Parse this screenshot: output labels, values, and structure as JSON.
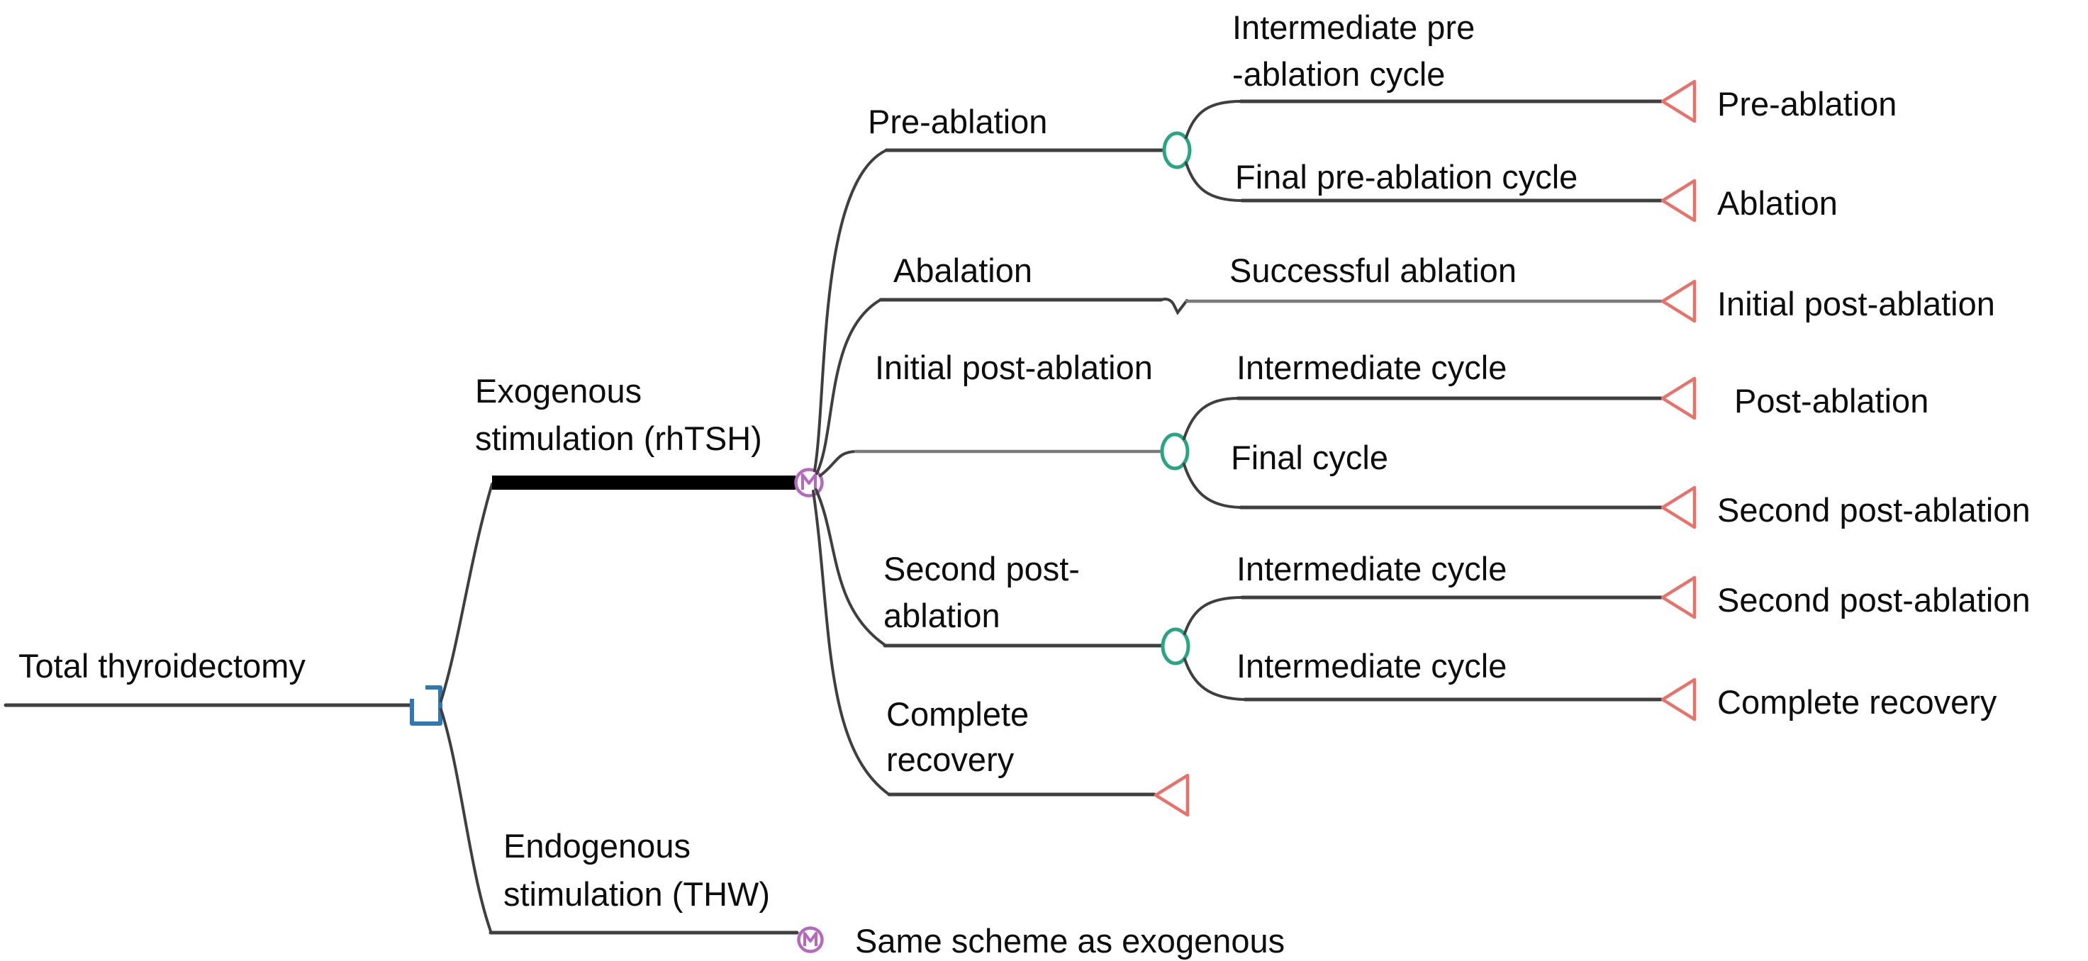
{
  "figure": {
    "kind": "decision-tree",
    "tree": {
      "root_label": "Total thyroidectomy",
      "root_node": "decision",
      "branches": [
        {
          "label": [
            "Exogenous",
            "stimulation (rhTSH)"
          ],
          "node": "clone-M",
          "highlighted": true,
          "children": [
            {
              "label": [
                "Pre-ablation"
              ],
              "node": "chance",
              "children": [
                {
                  "label": [
                    "Intermediate pre",
                    "-ablation cycle"
                  ],
                  "node": "terminal",
                  "terminal": "Pre-ablation"
                },
                {
                  "label": [
                    "Final pre-ablation cycle"
                  ],
                  "node": "terminal",
                  "terminal": "Ablation"
                }
              ]
            },
            {
              "label": [
                "Abalation"
              ],
              "node": "none",
              "children": [
                {
                  "label": [
                    "Successful ablation"
                  ],
                  "node": "terminal",
                  "terminal": "Initial post-ablation"
                }
              ]
            },
            {
              "label": [
                "Initial post-ablation"
              ],
              "node": "chance",
              "children": [
                {
                  "label": [
                    "Intermediate cycle"
                  ],
                  "node": "terminal",
                  "terminal": "Post-ablation"
                },
                {
                  "label": [
                    "Final cycle"
                  ],
                  "node": "terminal",
                  "terminal": "Second post-ablation"
                }
              ]
            },
            {
              "label": [
                "Second post-",
                "ablation"
              ],
              "node": "chance",
              "children": [
                {
                  "label": [
                    "Intermediate cycle"
                  ],
                  "node": "terminal",
                  "terminal": "Second post-ablation"
                },
                {
                  "label": [
                    "Intermediate cycle"
                  ],
                  "node": "terminal",
                  "terminal": "Complete recovery"
                }
              ]
            },
            {
              "label": [
                "Complete",
                "recovery"
              ],
              "node": "terminal",
              "terminal": ""
            }
          ]
        },
        {
          "label": [
            "Endogenous",
            "stimulation (THW)"
          ],
          "node": "clone-M",
          "note": "Same scheme as exogenous"
        }
      ]
    },
    "colors": {
      "line": "#3f3f3f",
      "selected_path": "#000000",
      "decision_node": "#2f77b5",
      "chance_node": "#2aa583",
      "clone_node": "#b568bd",
      "terminal_node": "#e9716a"
    }
  }
}
